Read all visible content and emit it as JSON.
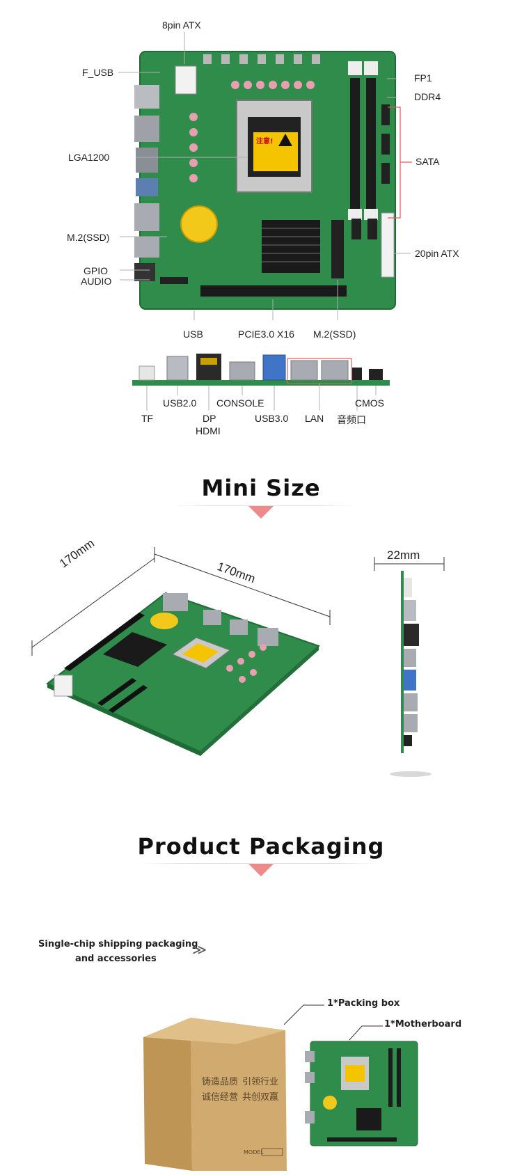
{
  "board_labels": {
    "atx8": "8pin ATX",
    "f_usb": "F_USB",
    "lga": "LGA1200",
    "m2_left": "M.2(SSD)",
    "gpio": "GPIO",
    "audio": "AUDIO",
    "fp1": "FP1",
    "ddr4": "DDR4",
    "sata": "SATA",
    "atx20": "20pin ATX",
    "usb": "USB",
    "pcie": "PCIE3.0 X16",
    "m2_bottom": "M.2(SSD)"
  },
  "cpu_warning": "注意!",
  "io_labels": {
    "tf": "TF",
    "usb2": "USB2.0",
    "dp": "DP",
    "hdmi": "HDMI",
    "console": "CONSOLE",
    "usb3": "USB3.0",
    "lan": "LAN",
    "audio_port": "音频口",
    "cmos": "CMOS"
  },
  "mini_size": {
    "title": "Mini Size",
    "dim_left": "170mm",
    "dim_right": "170mm",
    "dim_height": "22mm"
  },
  "packaging": {
    "title": "Product Packaging",
    "desc_line1": "Single-chip shipping packaging",
    "desc_line2": "and accessories",
    "arrows": "≫",
    "packing_box": "1*Packing box",
    "motherboard": "1*Motherboard",
    "box_text_1": "铸造品质",
    "box_text_2": "引领行业",
    "box_text_3": "诚信经营",
    "box_text_4": "共创双赢",
    "box_model": "MODEL"
  },
  "colors": {
    "pcb": "#2e8a4a",
    "accent_pink": "#ef8a8a",
    "callout_red": "#e05a5a",
    "box": "#c9a36a"
  }
}
